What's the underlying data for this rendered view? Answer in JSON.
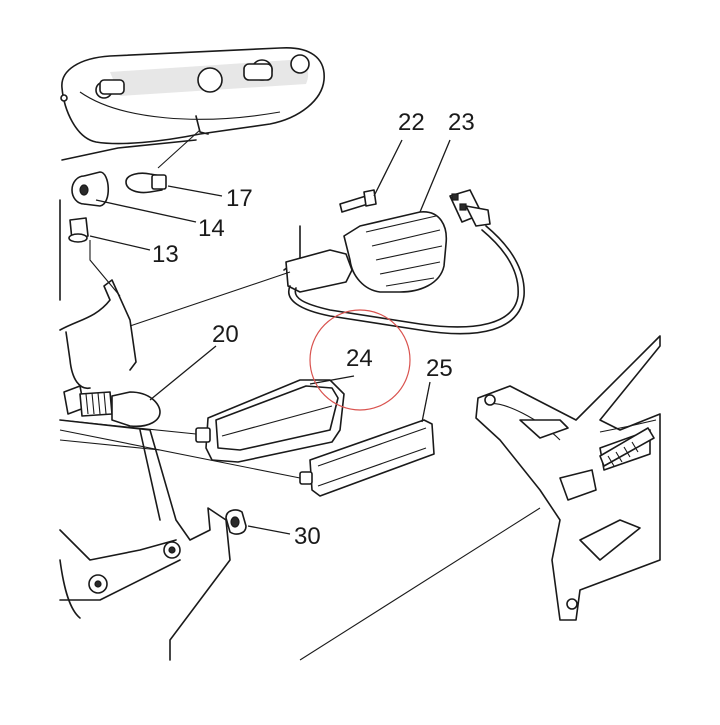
{
  "callouts": {
    "c13": "13",
    "c14": "14",
    "c17": "17",
    "c20": "20",
    "c22": "22",
    "c23": "23",
    "c24": "24",
    "c25": "25",
    "c30": "30"
  },
  "highlight_color": "#d9534f"
}
